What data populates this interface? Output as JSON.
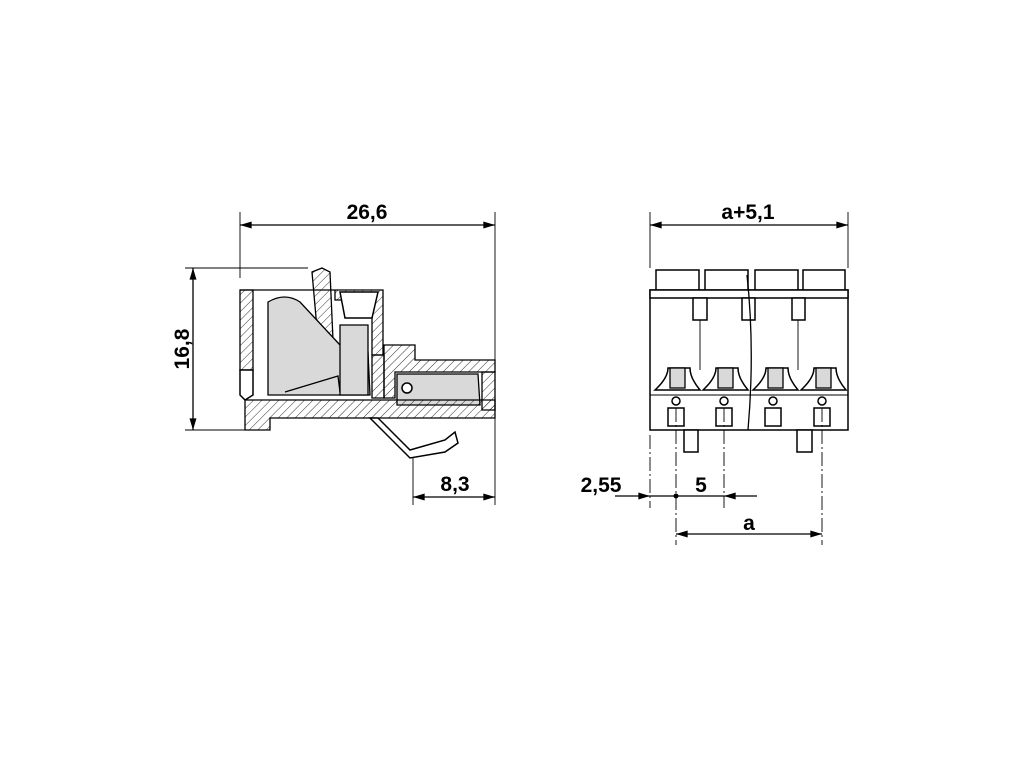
{
  "drawing": {
    "side_view": {
      "length_label": "26,6",
      "height_label": "16,8",
      "pin_offset_label": "8,3"
    },
    "front_view": {
      "width_label": "a+5,1",
      "edge_offset_label": "2,55",
      "pitch_label": "5",
      "span_label": "a",
      "positions": 4
    },
    "colors": {
      "line": "#000000",
      "section_fill": "#d9d9d9",
      "background": "#ffffff"
    }
  }
}
